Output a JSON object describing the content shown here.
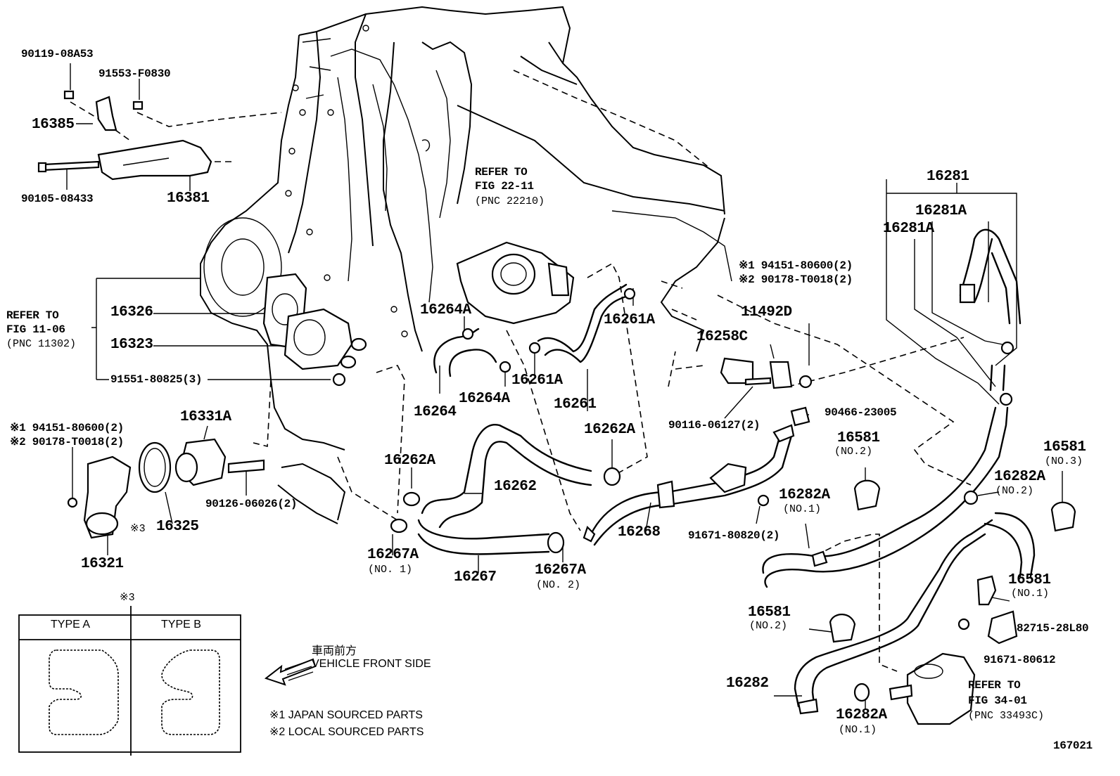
{
  "diagram_id": "167021",
  "parts": {
    "p_90119_08A53": "90119-08A53",
    "p_91553_F0830": "91553-F0830",
    "p_16385": "16385",
    "p_90105_08433": "90105-08433",
    "p_16381": "16381",
    "p_16326": "16326",
    "p_16323": "16323",
    "p_91551_80825": "91551-80825(3)",
    "p_16331A": "16331A",
    "p_16325": "16325",
    "p_16321": "16321",
    "p_90126_06026": "90126-06026(2)",
    "p_16264A_a": "16264A",
    "p_16264A_b": "16264A",
    "p_16264": "16264",
    "p_16261A_a": "16261A",
    "p_16261A_b": "16261A",
    "p_16261": "16261",
    "p_16262A_a": "16262A",
    "p_16262A_b": "16262A",
    "p_16262": "16262",
    "p_16267A_a": "16267A",
    "p_16267A_b": "16267A",
    "p_16267": "16267",
    "p_16268": "16268",
    "p_16258C": "16258C",
    "p_11492D": "11492D",
    "p_90116_06127": "90116-06127(2)",
    "p_90466_23005": "90466-23005",
    "p_16581_a": "16581",
    "p_16581_b": "16581",
    "p_16581_c": "16581",
    "p_16581_d": "16581",
    "p_16282A_a": "16282A",
    "p_16282A_b": "16282A",
    "p_16282A_c": "16282A",
    "p_91671_80820": "91671-80820(2)",
    "p_16281": "16281",
    "p_16281A_a": "16281A",
    "p_16281A_b": "16281A",
    "p_82715_28L80": "82715-28L80",
    "p_91671_80612": "91671-80612",
    "p_16282": "16282"
  },
  "qualifiers": {
    "no1_a": "(NO. 1)",
    "no2_a": "(NO. 2)",
    "no2_b": "(NO.2)",
    "no3": "(NO.3)",
    "no2_c": "(NO.2)",
    "no1_b": "(NO.1)",
    "no1_c": "(NO.1)",
    "no2_d": "(NO.2)",
    "no1_d": "(NO.1)"
  },
  "notes": {
    "tl_j": "※1 94151-80600(2)",
    "tl_l": "※2 90178-T0018(2)",
    "tr_j": "※1 94151-80600(2)",
    "tr_l": "※2 90178-T0018(2)",
    "star3_label": "※3",
    "star3_table": "※3",
    "legend_j": "※1 JAPAN SOURCED PARTS",
    "legend_l": "※2 LOCAL SOURCED PARTS"
  },
  "refs": {
    "fig11_1": "REFER TO",
    "fig11_2": "FIG 11-06",
    "fig11_3": "(PNC 11302)",
    "fig22_1": "REFER TO",
    "fig22_2": "FIG 22-11",
    "fig22_3": "(PNC 22210)",
    "fig34_1": "REFER TO",
    "fig34_2": "FIG 34-01",
    "fig34_3": "(PNC 33493C)"
  },
  "type_table": {
    "type_a": "TYPE  A",
    "type_b": "TYPE  B"
  },
  "front": {
    "jp": "車両前方",
    "en": "VEHICLE FRONT SIDE"
  }
}
